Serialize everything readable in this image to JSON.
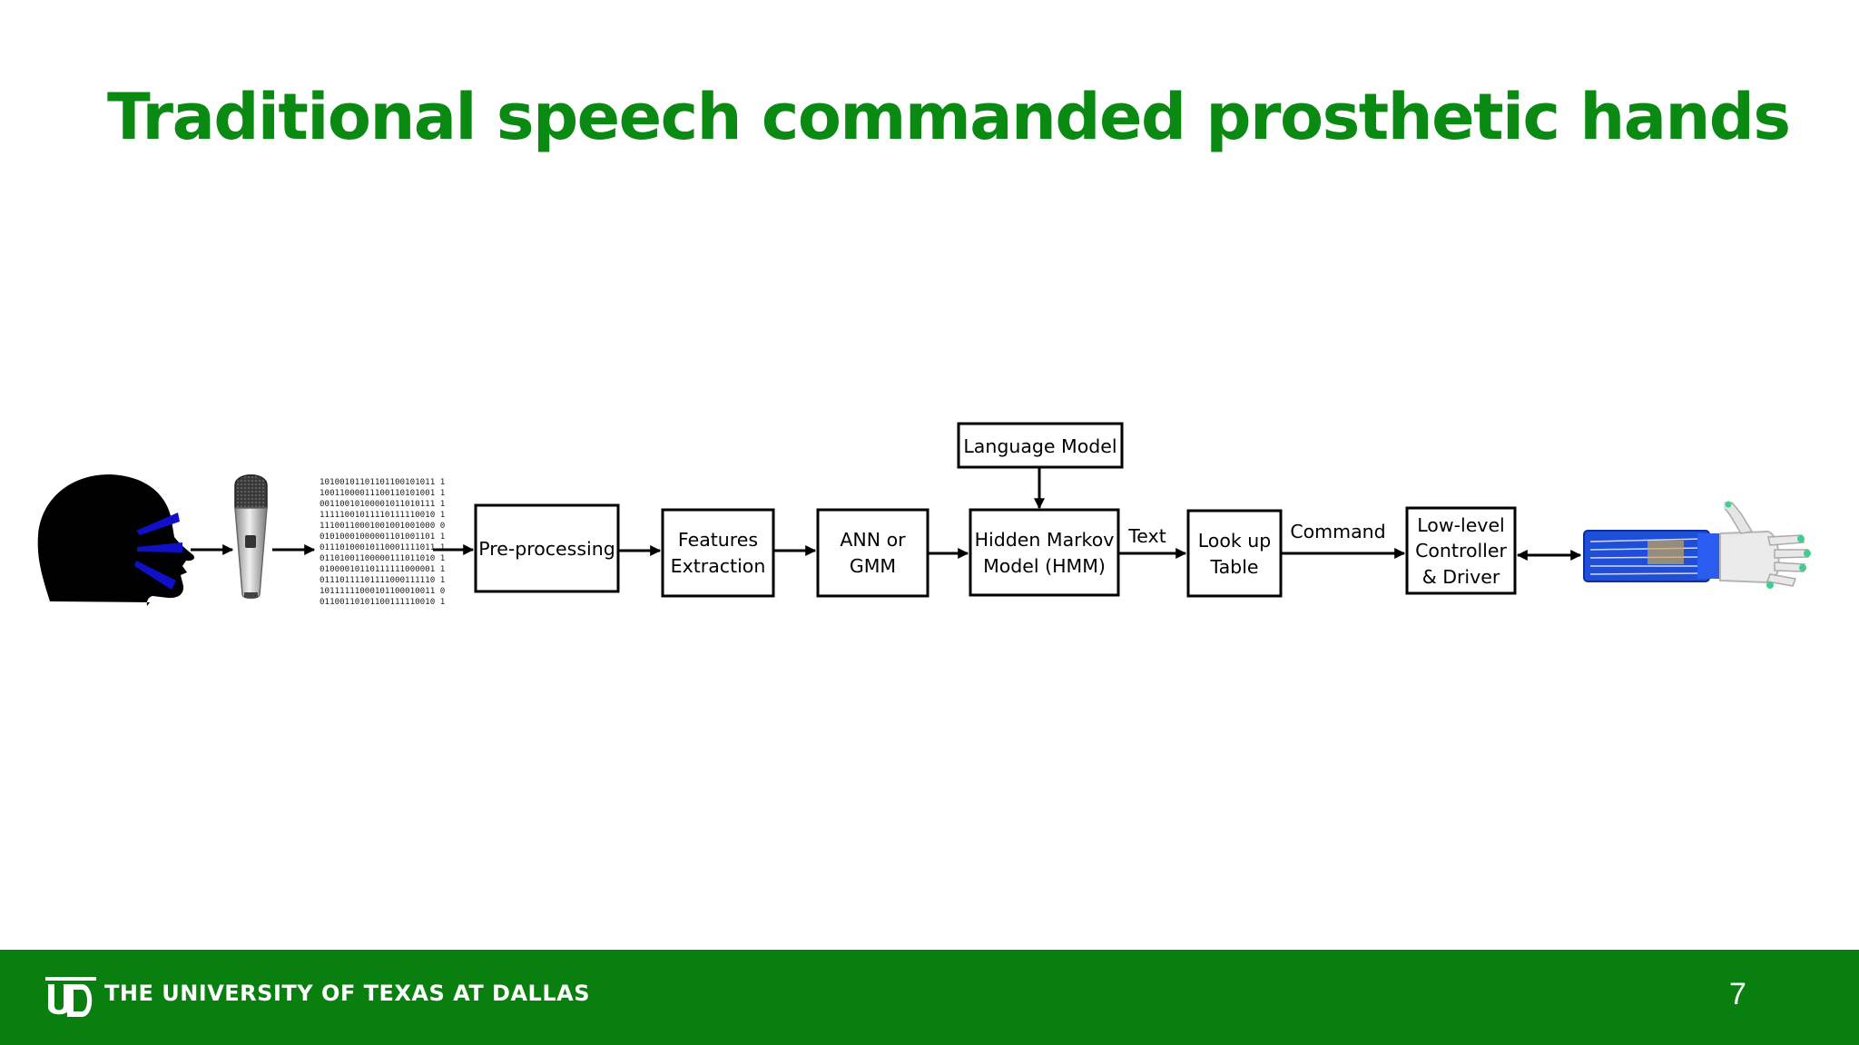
{
  "slide": {
    "title": "Traditional speech commanded prosthetic hands",
    "page_number": "7"
  },
  "footer": {
    "university": "THE UNIVERSITY OF TEXAS AT DALLAS",
    "logo_text": "UTD"
  },
  "diagram": {
    "binary_lines": [
      "10100101101101100101011 1",
      "10011000011100110101001 1",
      "00110010100001011010111 1",
      "11111001011110111110010 1",
      "11100110001001001001000 0",
      "01010001000001101001101 1",
      "01110100010110001111011 1",
      "01101001100000111011010 1",
      "01000010110111111000001 1",
      "01110111101111000111110 1",
      "10111111000101100010011 0",
      "01100110101100111110010 1"
    ],
    "nodes": {
      "preprocessing": [
        "Pre-processing"
      ],
      "features": [
        "Features",
        "Extraction"
      ],
      "ann": [
        "ANN or",
        "GMM"
      ],
      "hmm": [
        "Hidden Markov",
        "Model (HMM)"
      ],
      "language_model": [
        "Language Model"
      ],
      "lookup": [
        "Look up",
        "Table"
      ],
      "controller": [
        "Low-level",
        "Controller",
        "& Driver"
      ]
    },
    "edge_labels": {
      "text": "Text",
      "command": "Command"
    },
    "colors": {
      "title_green": "#0a8a13",
      "footer_green": "#087f0f",
      "sound_waves": "#1010c8",
      "prosthetic_blue": "#1f4fd8"
    },
    "icons": [
      "speaking-head-icon",
      "microphone-icon",
      "prosthetic-hand-icon"
    ]
  }
}
